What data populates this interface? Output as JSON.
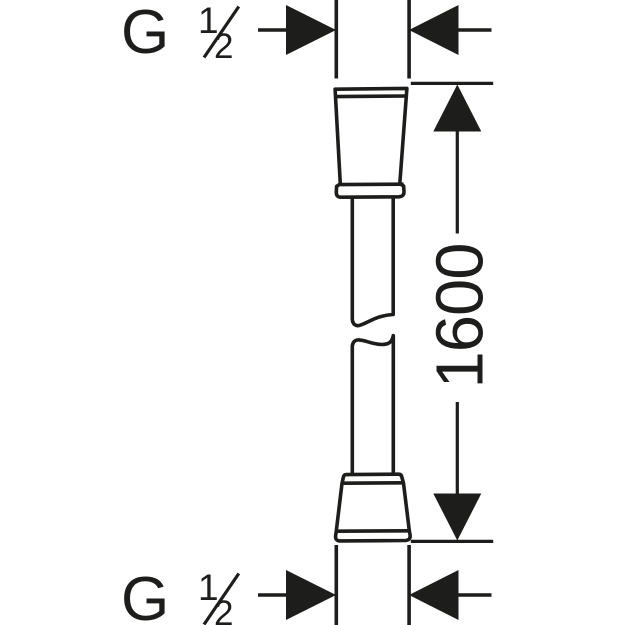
{
  "meta": {
    "background": "#ffffff",
    "ink": "#1d1d1b"
  },
  "diagram": {
    "top_connection": {
      "label": "G ½",
      "g": "G",
      "numerator": "1",
      "denominator": "2"
    },
    "bottom_connection": {
      "label": "G ½",
      "g": "G",
      "numerator": "1",
      "denominator": "2"
    },
    "dimension": {
      "value": "1600"
    }
  }
}
